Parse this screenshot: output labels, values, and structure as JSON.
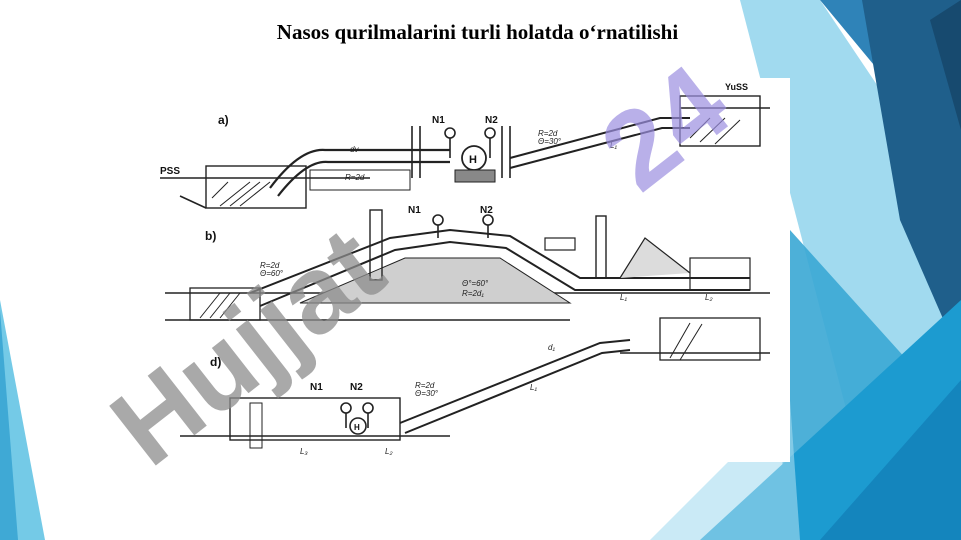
{
  "slide": {
    "title": "Nasos qurilmalarini  turli holatda o‘rnatilishi"
  },
  "diagram": {
    "panel_labels": [
      "a)",
      "b)",
      "d)"
    ],
    "labels": {
      "n1": "N1",
      "n2": "N2",
      "yuss": "YuSS",
      "pss": "PSS",
      "pump": "H",
      "r_2d": "R=2d",
      "theta_30": "Θ=30°",
      "theta_60": "Θ=60°",
      "r_2d1": "R=2d₁",
      "theta_60b": "Θ°=60°",
      "dv": "dv",
      "d1": "d₁",
      "l1": "L₁",
      "l2": "L₂",
      "l3": "L₃"
    }
  },
  "watermark": {
    "text": "Hujjat",
    "suffix": "24"
  },
  "colors": {
    "accent_dark": "#1f5f8b",
    "accent_mid": "#2a90c8",
    "accent_light": "#5ec4e6",
    "watermark_gray": "#8c8c8c",
    "watermark_purple": "#9b8fe0"
  }
}
